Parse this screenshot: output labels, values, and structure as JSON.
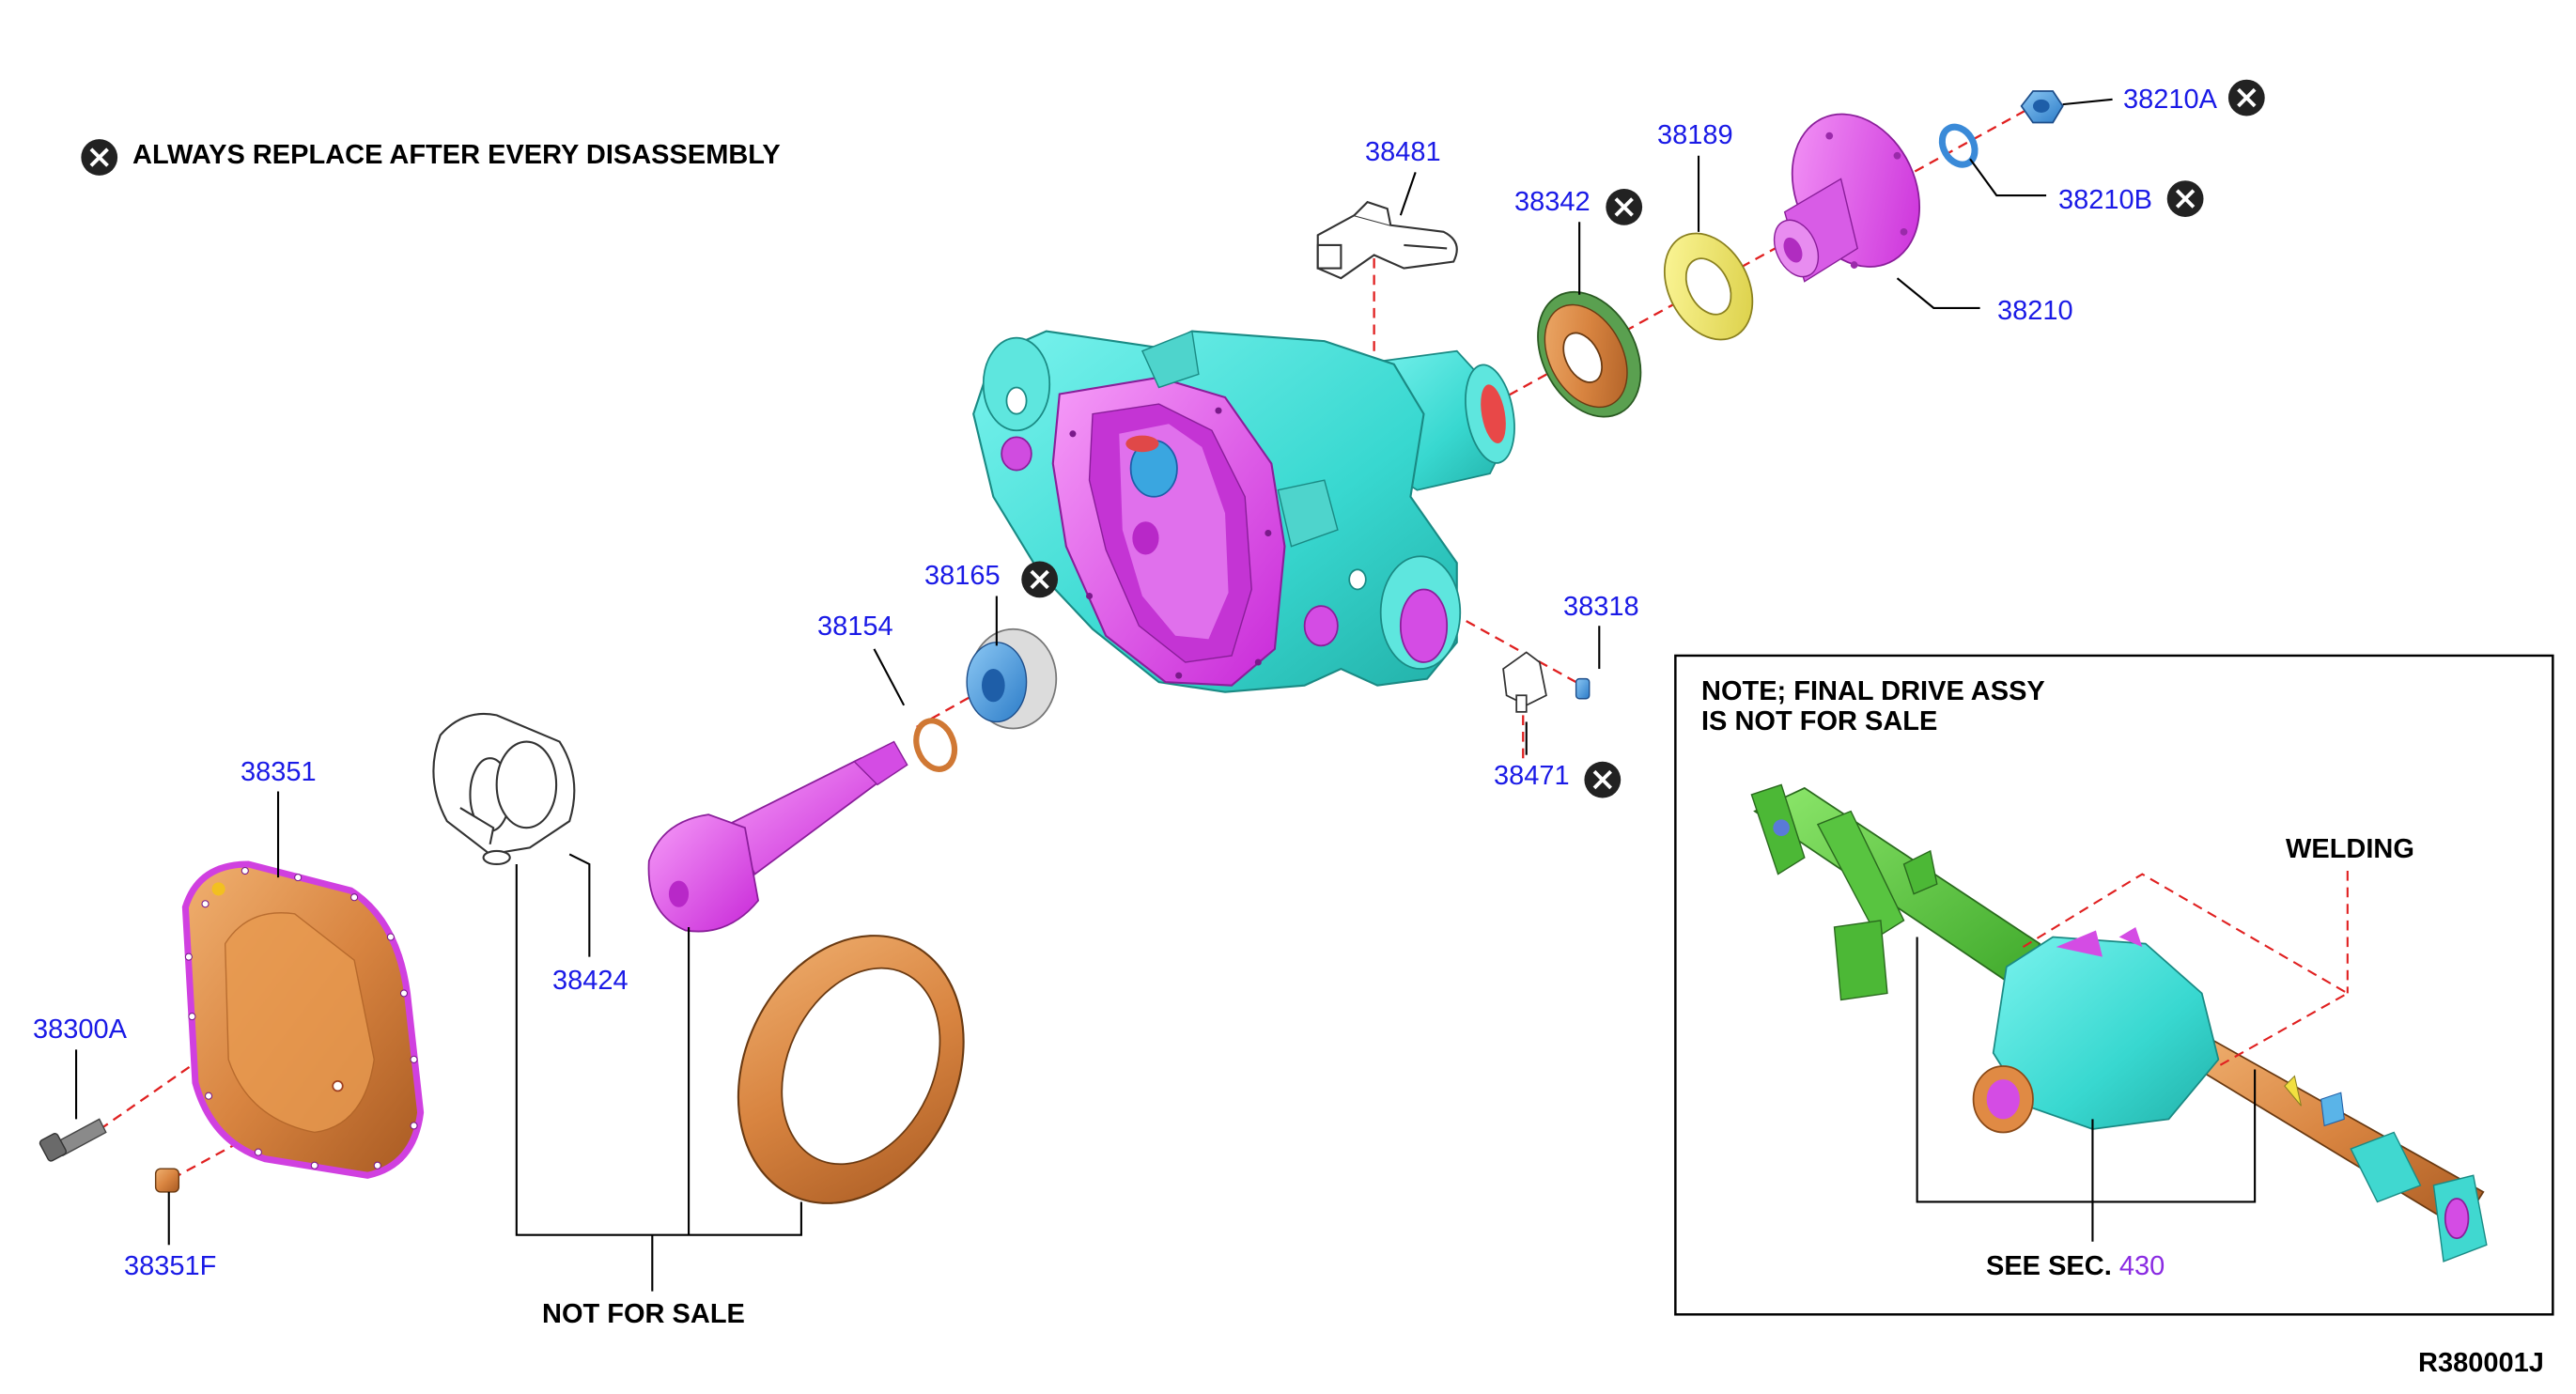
{
  "legend": {
    "symbol_icon": "replace-x-icon",
    "text": "ALWAYS REPLACE AFTER EVERY DISASSEMBLY"
  },
  "parts": {
    "p38481": "38481",
    "p38189": "38189",
    "p38342": "38342",
    "p38210A": "38210A",
    "p38210B": "38210B",
    "p38210": "38210",
    "p38165": "38165",
    "p38154": "38154",
    "p38318": "38318",
    "p38471": "38471",
    "p38351": "38351",
    "p38424": "38424",
    "p38300A": "38300A",
    "p38351F": "38351F"
  },
  "not_for_sale": "NOT FOR SALE",
  "note": {
    "line1": "NOTE; FINAL DRIVE ASSY",
    "line2": "IS NOT FOR SALE"
  },
  "welding": "WELDING",
  "see_sec": {
    "text": "SEE SEC.",
    "num": "430"
  },
  "figure_code": "R380001J",
  "colors": {
    "part_number": "#1a1ae6",
    "housing": "#40e0d8",
    "magenta": "#e040f0",
    "copper": "#d88440",
    "green_tube": "#5cc840",
    "leader_red": "#e02020",
    "section_ref": "#8a2be2"
  }
}
